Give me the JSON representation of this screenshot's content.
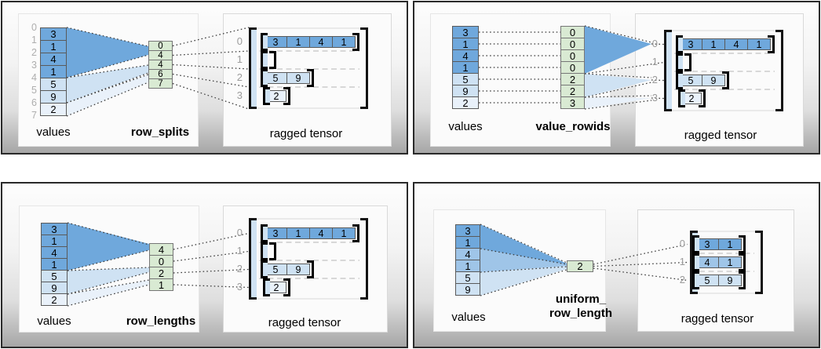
{
  "colors": {
    "dark_blue": "#6fa8dc",
    "medium_blue": "#9fc5e8",
    "light_blue": "#cfe2f3",
    "pale_blue": "#e9f1fa",
    "green": "#d9ead3"
  },
  "panels": [
    {
      "method_label": "row_splits",
      "values_label": "values",
      "tensor_label": "ragged tensor",
      "values": [
        "3",
        "1",
        "4",
        "1",
        "5",
        "9",
        "2"
      ],
      "value_indices": [
        "0",
        "1",
        "2",
        "3",
        "4",
        "5",
        "6",
        "7"
      ],
      "method_values": [
        "0",
        "4",
        "4",
        "6",
        "7"
      ],
      "row_indices": [
        "0",
        "1",
        "2",
        "3"
      ],
      "tensor_rows": [
        [
          "3",
          "1",
          "4",
          "1"
        ],
        [],
        [
          "5",
          "9"
        ],
        [
          "2"
        ]
      ]
    },
    {
      "method_label": "value_rowids",
      "values_label": "values",
      "tensor_label": "ragged tensor",
      "values": [
        "3",
        "1",
        "4",
        "1",
        "5",
        "9",
        "2"
      ],
      "method_values": [
        "0",
        "0",
        "0",
        "0",
        "2",
        "2",
        "3"
      ],
      "row_indices": [
        "0",
        "1",
        "2",
        "3"
      ],
      "tensor_rows": [
        [
          "3",
          "1",
          "4",
          "1"
        ],
        [],
        [
          "5",
          "9"
        ],
        [
          "2"
        ]
      ]
    },
    {
      "method_label": "row_lengths",
      "values_label": "values",
      "tensor_label": "ragged tensor",
      "values": [
        "3",
        "1",
        "4",
        "1",
        "5",
        "9",
        "2"
      ],
      "method_values": [
        "4",
        "0",
        "2",
        "1"
      ],
      "row_indices": [
        "0",
        "1",
        "2",
        "3"
      ],
      "tensor_rows": [
        [
          "3",
          "1",
          "4",
          "1"
        ],
        [],
        [
          "5",
          "9"
        ],
        [
          "2"
        ]
      ]
    },
    {
      "method_label_lines": [
        "uniform_",
        "row_length"
      ],
      "values_label": "values",
      "tensor_label": "ragged tensor",
      "values": [
        "3",
        "1",
        "4",
        "1",
        "5",
        "9"
      ],
      "method_values": [
        "2"
      ],
      "row_indices": [
        "0",
        "1",
        "2"
      ],
      "tensor_rows": [
        [
          "3",
          "1"
        ],
        [
          "4",
          "1"
        ],
        [
          "5",
          "9"
        ]
      ]
    }
  ]
}
